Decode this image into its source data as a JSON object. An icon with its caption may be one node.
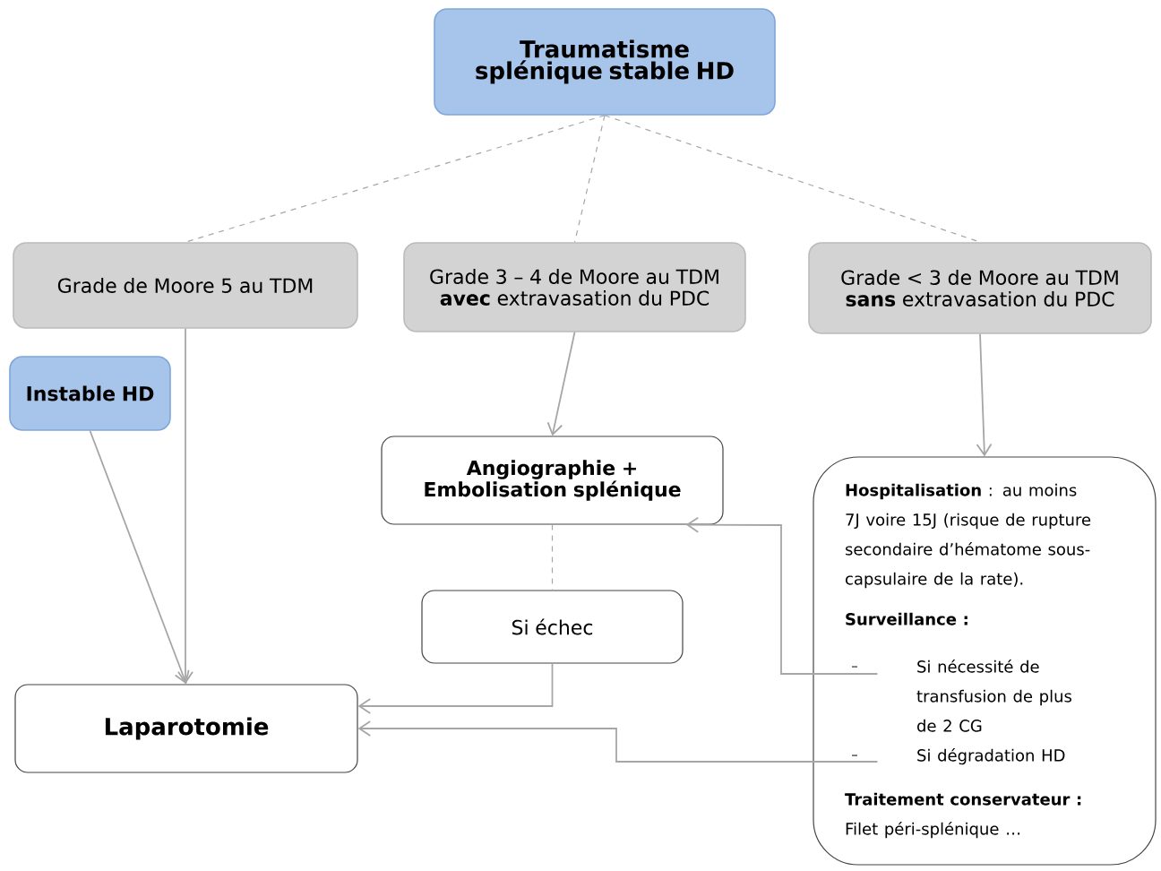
{
  "diagram": {
    "nodes": [
      {
        "text": [
          "Traumatisme splénique stable HD"
        ]
      },
      {
        "text": [
          "Grade de Moore 5 au TDM"
        ]
      },
      {
        "text": [
          "Grade 3 – 4 de Moore au TDM **avec** extravasation du PDC"
        ]
      },
      {
        "text": [
          "Grade < 3 de Moore au TDM **sans** extravasation du PDC"
        ]
      },
      {
        "text": [
          "Instable HD"
        ]
      },
      {
        "text": [
          "Angiographie + Embolisation splénique"
        ]
      },
      {
        "text": [
          "Si échec"
        ]
      },
      {
        "text": [
          "Laparotomie"
        ]
      },
      {
        "text": [
          "**Hospitalisation** : au moins 7J voire 15J (risque de rupture secondaire d’hématome sous-capsulaire de la rate).",
          "Surveillance :",
          "Si nécessité de transfusion de plus de 2 CG",
          "Si dégradation HD",
          "**Traitement conservateur :** Filet péri-splénique …"
        ]
      }
    ],
    "edges": [
      {
        "from": 0,
        "to": 1,
        "arrow": "none",
        "style": "dashed"
      },
      {
        "from": 0,
        "to": 2,
        "arrow": "none",
        "style": "dashed"
      },
      {
        "from": 0,
        "to": 3,
        "arrow": "none",
        "style": "dashed"
      },
      {
        "from": 1,
        "to": 7,
        "arrow": "to"
      },
      {
        "from": 4,
        "to": 7,
        "arrow": "to"
      },
      {
        "from": 2,
        "to": 5,
        "arrow": "to"
      },
      {
        "from": 3,
        "to": 8,
        "arrow": "to"
      },
      {
        "from": 5,
        "to": 6,
        "arrow": "none",
        "style": "dashed"
      },
      {
        "from": 6,
        "to": 7,
        "arrow": "to"
      },
      {
        "from": 8,
        "to": 5,
        "arrow": "to"
      },
      {
        "from": 8,
        "to": 7,
        "arrow": "to"
      }
    ]
  }
}
